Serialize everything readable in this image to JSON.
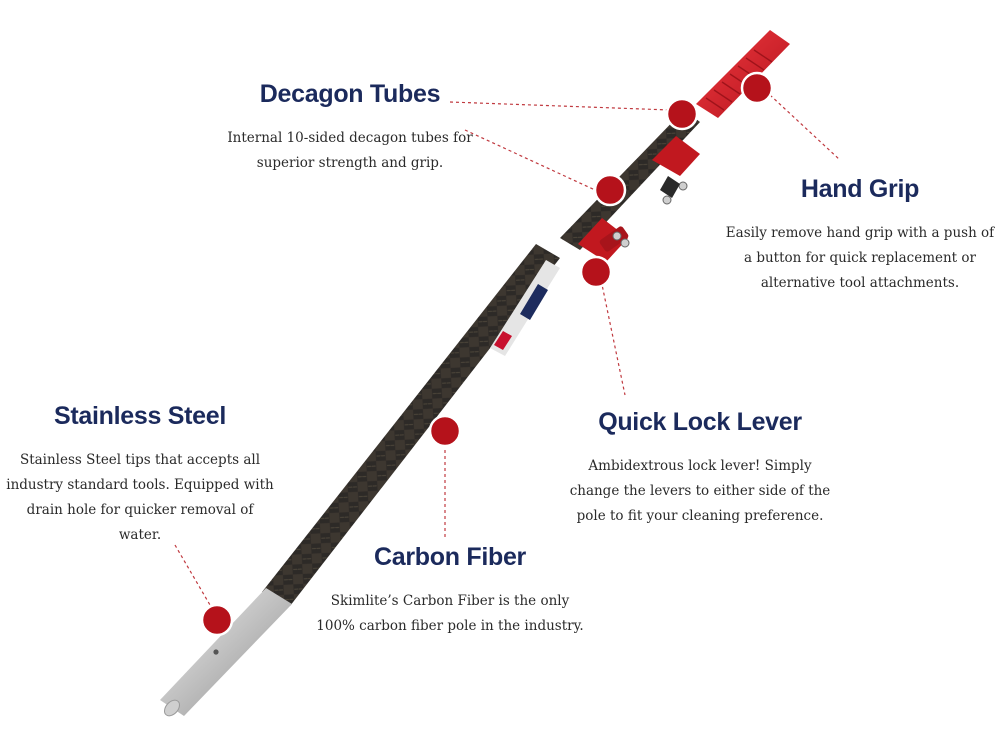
{
  "callouts": {
    "decagon": {
      "title": "Decagon Tubes",
      "lines": [
        "Internal 10-sided decagon tubes for",
        "superior strength and grip."
      ]
    },
    "grip": {
      "title": "Hand Grip",
      "lines": [
        "Easily remove hand grip with a push of",
        "a button for quick replacement or",
        "alternative tool attachments."
      ]
    },
    "steel": {
      "title": "Stainless Steel",
      "lines": [
        "Stainless Steel tips that accepts all",
        "industry standard tools. Equipped with",
        "drain hole for quicker removal of",
        "water."
      ]
    },
    "lock": {
      "title": "Quick Lock Lever",
      "lines": [
        "Ambidextrous lock lever! Simply",
        "change the levers to either side of the",
        "pole to fit your cleaning preference."
      ]
    },
    "carbon": {
      "title": "Carbon Fiber",
      "lines": [
        "Skimlite’s Carbon Fiber is the only",
        "100% carbon fiber pole in the industry."
      ]
    }
  },
  "colors": {
    "heading": "#1b2a5c",
    "marker": "#b5121b",
    "leader": "#c0393f",
    "grip": "#d6202a",
    "carbon": "#2b2926",
    "steel": "#b9b9b9"
  }
}
